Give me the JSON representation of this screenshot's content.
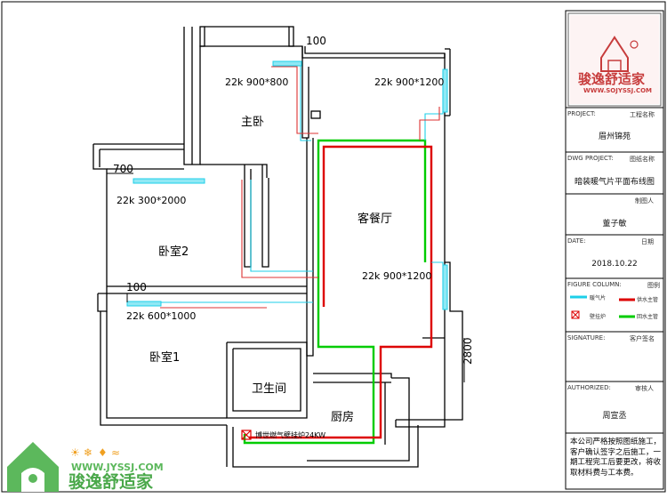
{
  "plan": {
    "rooms": {
      "master_bedroom": "主卧",
      "living_dining": "客餐厅",
      "bedroom2": "卧室2",
      "bedroom1": "卧室1",
      "bathroom": "卫生间",
      "kitchen": "厨房"
    },
    "radiators": {
      "master": "22k 900*800",
      "north_east": "22k 900*1200",
      "bedroom2": "22k 300*2000",
      "living": "22k 900*1200",
      "bedroom1": "22k 600*1000"
    },
    "dimensions": {
      "top_100": "100",
      "left_700": "700",
      "mid_100": "100",
      "right_2800": "2800"
    },
    "boiler_label": "博世燃气壁挂炉24KW"
  },
  "title_block": {
    "logo_cn": "骏逸舒适家",
    "logo_url": "WWW.SOJYSSJ.COM",
    "project_label": "PROJECT:",
    "project_label_cn": "工程名称",
    "project_name": "眉州锦苑",
    "dwg_label": "DWG PROJECT:",
    "dwg_label_cn": "图纸名称",
    "dwg_name": "暗装暖气片平面布线图",
    "drawer_label_cn": "制图人",
    "drawer_name": "董子敏",
    "date_label": "DATE:",
    "date_label_cn": "日期",
    "date_value": "2018.10.22",
    "figure_label": "FIGURE COLUMN:",
    "figure_label_cn": "图例",
    "legend": {
      "radiator": "暖气片",
      "boiler": "壁挂炉",
      "red_line": "供水主管",
      "green_line": "回水主管"
    },
    "signature_label": "SIGNATURE:",
    "signature_label_cn": "客户签名",
    "authorized_label": "AUTHORIZED:",
    "authorized_label_cn": "审核人",
    "authorized_name": "周宣丞",
    "note": "本公司严格按照图纸施工，客户确认签字之后施工，一期工程完工后要更改，将收取材料费与工本费。"
  },
  "footer_logo": {
    "url": "WWW.JYSSJ.COM",
    "brand": "骏逸舒适家",
    "icons": [
      "sun-icon",
      "snowflake-icon",
      "water-drop-icon",
      "wind-icon"
    ]
  }
}
